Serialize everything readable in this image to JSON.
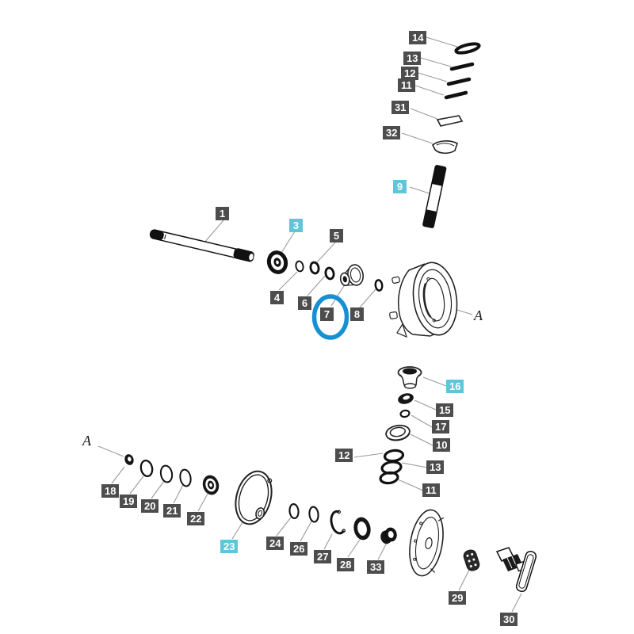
{
  "diagram": {
    "type": "exploded-parts-diagram",
    "background": "#ffffff",
    "colors": {
      "label_bg": "#4d4d4d",
      "label_text": "#ffffff",
      "highlight_label_bg": "#5fc6da",
      "highlight_circle": "#1590d2",
      "leader_line": "#9a9a9a",
      "part_line": "#1a1a1a"
    },
    "circled_label": "7",
    "highlighted_labels": [
      "3",
      "9",
      "16",
      "23"
    ]
  },
  "labels": [
    {
      "text": "14",
      "highlighted": false
    },
    {
      "text": "13",
      "highlighted": false
    },
    {
      "text": "12",
      "highlighted": false
    },
    {
      "text": "11",
      "highlighted": false
    },
    {
      "text": "31",
      "highlighted": false
    },
    {
      "text": "32",
      "highlighted": false
    },
    {
      "text": "9",
      "highlighted": true
    },
    {
      "text": "1",
      "highlighted": false
    },
    {
      "text": "3",
      "highlighted": true
    },
    {
      "text": "5",
      "highlighted": false
    },
    {
      "text": "4",
      "highlighted": false
    },
    {
      "text": "6",
      "highlighted": false
    },
    {
      "text": "7",
      "highlighted": false
    },
    {
      "text": "8",
      "highlighted": false
    },
    {
      "text": "16",
      "highlighted": true
    },
    {
      "text": "15",
      "highlighted": false
    },
    {
      "text": "17",
      "highlighted": false
    },
    {
      "text": "10",
      "highlighted": false
    },
    {
      "text": "12",
      "highlighted": false
    },
    {
      "text": "13",
      "highlighted": false
    },
    {
      "text": "11",
      "highlighted": false
    },
    {
      "text": "18",
      "highlighted": false
    },
    {
      "text": "19",
      "highlighted": false
    },
    {
      "text": "20",
      "highlighted": false
    },
    {
      "text": "21",
      "highlighted": false
    },
    {
      "text": "22",
      "highlighted": false
    },
    {
      "text": "23",
      "highlighted": true
    },
    {
      "text": "24",
      "highlighted": false
    },
    {
      "text": "26",
      "highlighted": false
    },
    {
      "text": "27",
      "highlighted": false
    },
    {
      "text": "28",
      "highlighted": false
    },
    {
      "text": "33",
      "highlighted": false
    },
    {
      "text": "29",
      "highlighted": false
    },
    {
      "text": "30",
      "highlighted": false
    }
  ],
  "reference_letters": [
    {
      "text": "A"
    },
    {
      "text": "A"
    }
  ]
}
